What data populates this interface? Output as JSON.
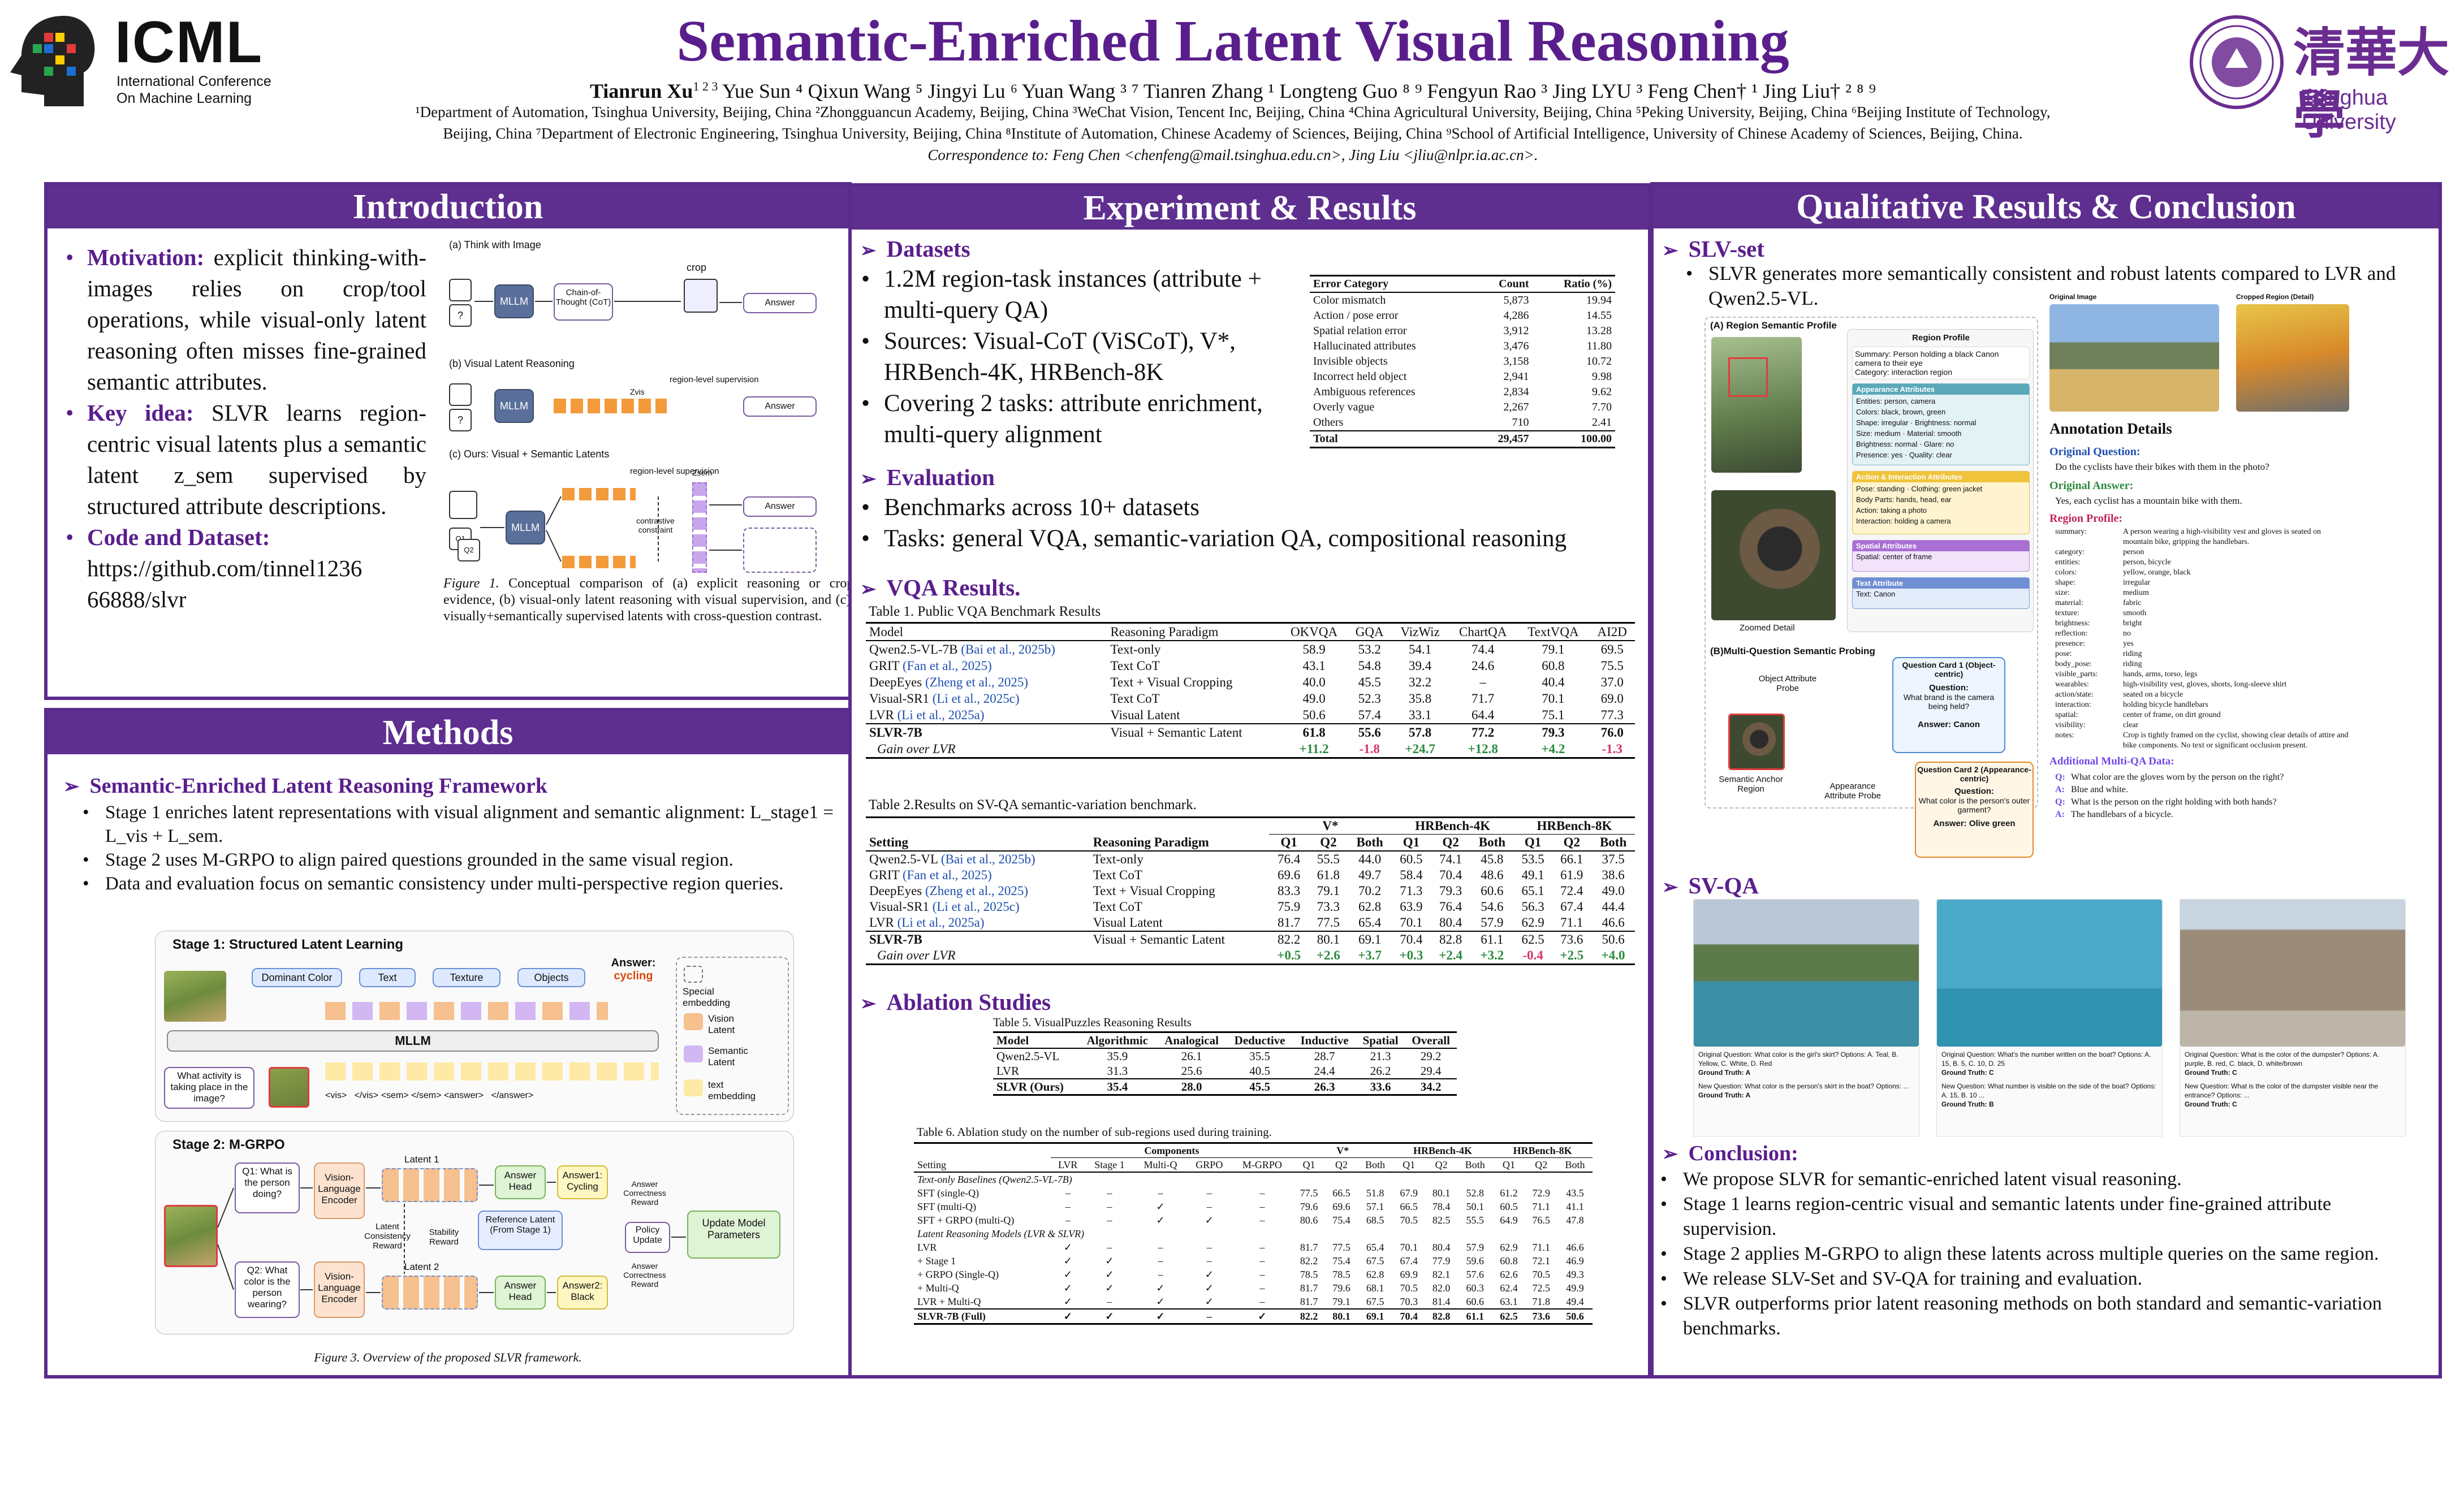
{
  "header": {
    "logo_text": "ICML",
    "logo_sub1": "International Conference",
    "logo_sub2": "On Machine Learning",
    "title": "Semantic-Enriched Latent Visual Reasoning",
    "authors_first": "Tianrun Xu",
    "authors_first_sup": "1 2 3",
    "authors_rest": "Yue Sun ⁴ Qixun Wang ⁵ Jingyi Lu ⁶ Yuan Wang ³ ⁷ Tianren Zhang ¹ Longteng Guo ⁸ ⁹ Fengyun Rao ³ Jing LYU ³ Feng Chen† ¹ Jing Liu† ² ⁸ ⁹",
    "affil_line1": "¹Department of Automation, Tsinghua University, Beijing, China ²Zhongguancun Academy, Beijing, China ³WeChat Vision, Tencent Inc, Beijing, China ⁴China Agricultural University, Beijing, China ⁵Peking University, Beijing, China ⁶Beijing Institute of Technology,",
    "affil_line2": "Beijing, China ⁷Department of Electronic Engineering, Tsinghua University, Beijing, China ⁸Institute of Automation, Chinese Academy of Sciences, Beijing, China ⁹School of Artificial Intelligence, University of Chinese Academy of Sciences, Beijing, China.",
    "correspondence": "Correspondence to: Feng Chen <chenfeng@mail.tsinghua.edu.cn>, Jing Liu <jliu@nlpr.ia.ac.cn>.",
    "univ_cn": "清華大學",
    "univ_en": "Tsinghua University"
  },
  "intro": {
    "heading": "Introduction",
    "motivation_label": "Motivation:",
    "motivation_text": "explicit thinking-with-images relies on crop/tool operations, while visual-only latent reasoning often misses fine-grained semantic attributes.",
    "keyidea_label": "Key idea:",
    "keyidea_text": "SLVR learns region-centric visual latents plus a semantic latent z_sem supervised by structured attribute descriptions.",
    "code_label": "Code and Dataset:",
    "code_url1": "https://github.com/tinnel1236",
    "code_url2": "66888/slvr",
    "fig_a": "(a) Think with Image",
    "fig_b": "(b) Visual Latent Reasoning",
    "fig_c": "(c) Ours: Visual + Semantic Latents",
    "fig_mllm": "MLLM",
    "fig_cot": "Chain-of-Thought (CoT)",
    "fig_crop": "crop",
    "fig_answer": "Answer",
    "fig_zvis": "Zvis",
    "fig_zsem": "Zsem",
    "fig_region_sup": "region-level supervision",
    "fig_contrastive": "contrastive constraint",
    "caption_label": "Figure 1.",
    "caption": "Conceptual comparison of (a) explicit reasoning or cropped evidence, (b) visual-only latent reasoning with visual supervision, and (c) our visually+semantically supervised latents with cross-question contrast."
  },
  "methods": {
    "heading": "Methods",
    "sub": "Semantic-Enriched Latent Reasoning Framework",
    "bullets": [
      "Stage 1 enriches latent representations with visual alignment and semantic alignment: L_stage1 = L_vis + L_sem.",
      "Stage 2 uses M-GRPO to align paired questions grounded in the same visual region.",
      "Data and evaluation focus on semantic consistency under multi-perspective region queries."
    ],
    "stage1_title": "Stage 1: Structured Latent Learning",
    "stage1_chips": [
      "Dominant Color",
      "Text",
      "Texture",
      "Objects"
    ],
    "stage1_answer_label": "Answer:",
    "stage1_answer": "cycling",
    "stage1_mllm": "MLLM",
    "stage1_question": "What activity is taking place in the image?",
    "stage1_tokens": "<vis>   </vis> <sem> </sem> <answer>   </answer>",
    "legend": [
      "Special embedding",
      "Vision Latent",
      "Semantic Latent",
      "text embedding"
    ],
    "stage2_title": "Stage 2: M-GRPO",
    "stage2_q1": "Q1: What is the person doing?",
    "stage2_q2": "Q2: What color is the person wearing?",
    "stage2_encoder": "Vision-Language Encoder",
    "stage2_latent1": "Latent 1",
    "stage2_latent2": "Latent 2",
    "stage2_head": "Answer Head",
    "stage2_ans1": "Answer1: Cycling",
    "stage2_ans2": "Answer2: Black",
    "stage2_ref": "Reference Latent (From Stage 1)",
    "stage2_consistency": "Latent Consistency Reward",
    "stage2_stability": "Stability Reward",
    "stage2_correct": "Answer Correctness Reward",
    "stage2_policy": "Policy Update",
    "stage2_update": "Update Model Parameters",
    "caption": "Figure 3. Overview of the proposed SLVR framework."
  },
  "experiments": {
    "heading": "Experiment & Results",
    "datasets_title": "Datasets",
    "datasets_bullets": [
      "1.2M region-task instances (attribute + multi-query QA)",
      "Sources: Visual-CoT (ViSCoT), V*, HRBench-4K, HRBench-8K",
      "Covering 2 tasks: attribute enrichment, multi-query alignment"
    ],
    "error_table": {
      "headers": [
        "Error Category",
        "Count",
        "Ratio (%)"
      ],
      "rows": [
        [
          "Color mismatch",
          "5,873",
          "19.94"
        ],
        [
          "Action / pose error",
          "4,286",
          "14.55"
        ],
        [
          "Spatial relation error",
          "3,912",
          "13.28"
        ],
        [
          "Hallucinated attributes",
          "3,476",
          "11.80"
        ],
        [
          "Invisible objects",
          "3,158",
          "10.72"
        ],
        [
          "Incorrect held object",
          "2,941",
          "9.98"
        ],
        [
          "Ambiguous references",
          "2,834",
          "9.62"
        ],
        [
          "Overly vague",
          "2,267",
          "7.70"
        ],
        [
          "Others",
          "710",
          "2.41"
        ]
      ],
      "total": [
        "Total",
        "29,457",
        "100.00"
      ]
    },
    "eval_title": "Evaluation",
    "eval_bullets": [
      "Benchmarks across 10+ datasets",
      "Tasks: general VQA, semantic-variation QA, compositional reasoning"
    ],
    "vqa_title": "VQA Results.",
    "table1": {
      "caption": "Table 1.  Public VQA Benchmark Results",
      "headers": [
        "Model",
        "Reasoning Paradigm",
        "OKVQA",
        "GQA",
        "VizWiz",
        "ChartQA",
        "TextVQA",
        "AI2D"
      ],
      "rows": [
        [
          "Qwen2.5-VL-7B",
          "(Bai et al., 2025b)",
          "Text-only",
          "58.9",
          "53.2",
          "54.1",
          "74.4",
          "79.1",
          "69.5"
        ],
        [
          "GRIT",
          "(Fan et al., 2025)",
          "Text CoT",
          "43.1",
          "54.8",
          "39.4",
          "24.6",
          "60.8",
          "75.5"
        ],
        [
          "DeepEyes",
          "(Zheng et al., 2025)",
          "Text + Visual Cropping",
          "40.0",
          "45.5",
          "32.2",
          "–",
          "40.4",
          "37.0"
        ],
        [
          "Visual-SR1",
          "(Li et al., 2025c)",
          "Text CoT",
          "49.0",
          "52.3",
          "35.8",
          "71.7",
          "70.1",
          "69.0"
        ],
        [
          "LVR",
          "(Li et al., 2025a)",
          "Visual Latent",
          "50.6",
          "57.4",
          "33.1",
          "64.4",
          "75.1",
          "77.3"
        ]
      ],
      "ours": [
        "SLVR-7B",
        "",
        "Visual + Semantic Latent",
        "61.8",
        "55.6",
        "57.8",
        "77.2",
        "79.3",
        "76.0"
      ],
      "gain": [
        "Gain over LVR",
        "",
        "",
        "+11.2",
        "-1.8",
        "+24.7",
        "+12.8",
        "+4.2",
        "-1.3"
      ]
    },
    "table2": {
      "caption": "Table 2.Results on SV-QA semantic-variation benchmark.",
      "groups": [
        "V*",
        "HRBench-4K",
        "HRBench-8K"
      ],
      "headers": [
        "Setting",
        "Reasoning Paradigm",
        "Q1",
        "Q2",
        "Both",
        "Q1",
        "Q2",
        "Both",
        "Q1",
        "Q2",
        "Both"
      ],
      "rows": [
        [
          "Qwen2.5-VL",
          "(Bai et al., 2025b)",
          "Text-only",
          "76.4",
          "55.5",
          "44.0",
          "60.5",
          "74.1",
          "45.8",
          "53.5",
          "66.1",
          "37.5"
        ],
        [
          "GRIT",
          "(Fan et al., 2025)",
          "Text CoT",
          "69.6",
          "61.8",
          "49.7",
          "58.4",
          "70.4",
          "48.6",
          "49.1",
          "61.9",
          "38.6"
        ],
        [
          "DeepEyes",
          "(Zheng et al., 2025)",
          "Text + Visual Cropping",
          "83.3",
          "79.1",
          "70.2",
          "71.3",
          "79.3",
          "60.6",
          "65.1",
          "72.4",
          "49.0"
        ],
        [
          "Visual-SR1",
          "(Li et al., 2025c)",
          "Text CoT",
          "75.9",
          "73.3",
          "62.8",
          "63.9",
          "76.4",
          "54.6",
          "56.3",
          "67.4",
          "44.4"
        ],
        [
          "LVR",
          "(Li et al., 2025a)",
          "Visual Latent",
          "81.7",
          "77.5",
          "65.4",
          "70.1",
          "80.4",
          "57.9",
          "62.9",
          "71.1",
          "46.6"
        ]
      ],
      "ours": [
        "SLVR-7B",
        "",
        "Visual + Semantic Latent",
        "82.2",
        "80.1",
        "69.1",
        "70.4",
        "82.8",
        "61.1",
        "62.5",
        "73.6",
        "50.6"
      ],
      "gain": [
        "Gain over LVR",
        "",
        "",
        "+0.5",
        "+2.6",
        "+3.7",
        "+0.3",
        "+2.4",
        "+3.2",
        "-0.4",
        "+2.5",
        "+4.0"
      ]
    },
    "ablation_title": "Ablation Studies",
    "table5": {
      "caption": "Table 5. VisualPuzzles Reasoning Results",
      "headers": [
        "Model",
        "Algorithmic",
        "Analogical",
        "Deductive",
        "Inductive",
        "Spatial",
        "Overall"
      ],
      "rows": [
        [
          "Qwen2.5-VL",
          "35.9",
          "26.1",
          "35.5",
          "28.7",
          "21.3",
          "29.2"
        ],
        [
          "LVR",
          "31.3",
          "25.6",
          "40.5",
          "24.4",
          "26.2",
          "29.4"
        ],
        [
          "SLVR (Ours)",
          "35.4",
          "28.0",
          "45.5",
          "26.3",
          "33.6",
          "34.2"
        ]
      ]
    },
    "table6": {
      "caption": "Table 6. Ablation study on the number of sub-regions used during training.",
      "comp_label": "Components",
      "groups": [
        "V*",
        "HRBench-4K",
        "HRBench-8K"
      ],
      "headers": [
        "Setting",
        "LVR",
        "Stage 1",
        "Multi-Q",
        "GRPO",
        "M-GRPO",
        "Q1",
        "Q2",
        "Both",
        "Q1",
        "Q2",
        "Both",
        "Q1",
        "Q2",
        "Both"
      ],
      "group1_title": "Text-only Baselines (Qwen2.5-VL-7B)",
      "group1": [
        [
          "SFT (single-Q)",
          "–",
          "–",
          "–",
          "–",
          "–",
          "77.5",
          "66.5",
          "51.8",
          "67.9",
          "80.1",
          "52.8",
          "61.2",
          "72.9",
          "43.5"
        ],
        [
          "SFT (multi-Q)",
          "–",
          "–",
          "✓",
          "–",
          "–",
          "79.6",
          "69.6",
          "57.1",
          "66.5",
          "78.4",
          "50.1",
          "60.5",
          "71.1",
          "41.1"
        ],
        [
          "SFT + GRPO (multi-Q)",
          "–",
          "–",
          "✓",
          "✓",
          "–",
          "80.6",
          "75.4",
          "68.5",
          "70.5",
          "82.5",
          "55.5",
          "64.9",
          "76.5",
          "47.8"
        ]
      ],
      "group2_title": "Latent Reasoning Models (LVR & SLVR)",
      "group2": [
        [
          "LVR",
          "✓",
          "–",
          "–",
          "–",
          "–",
          "81.7",
          "77.5",
          "65.4",
          "70.1",
          "80.4",
          "57.9",
          "62.9",
          "71.1",
          "46.6"
        ],
        [
          "+ Stage 1",
          "✓",
          "✓",
          "–",
          "–",
          "–",
          "82.2",
          "75.4",
          "67.5",
          "67.4",
          "77.9",
          "59.6",
          "60.8",
          "72.1",
          "46.9"
        ],
        [
          "+ GRPO (Single-Q)",
          "✓",
          "✓",
          "–",
          "✓",
          "–",
          "78.5",
          "78.5",
          "62.8",
          "69.9",
          "82.1",
          "57.6",
          "62.6",
          "70.5",
          "49.3"
        ],
        [
          "+ Multi-Q",
          "✓",
          "✓",
          "✓",
          "✓",
          "–",
          "81.7",
          "79.6",
          "68.1",
          "70.5",
          "82.0",
          "60.3",
          "62.4",
          "72.5",
          "49.9"
        ],
        [
          "LVR + Multi-Q",
          "✓",
          "–",
          "✓",
          "✓",
          "–",
          "81.7",
          "79.1",
          "67.5",
          "70.3",
          "81.4",
          "60.6",
          "63.1",
          "71.8",
          "49.4"
        ]
      ],
      "full": [
        "SLVR-7B (Full)",
        "✓",
        "✓",
        "✓",
        "–",
        "✓",
        "82.2",
        "80.1",
        "69.1",
        "70.4",
        "82.8",
        "61.1",
        "62.5",
        "73.6",
        "50.6"
      ]
    }
  },
  "qualitative": {
    "heading": "Qualitative Results & Conclusion",
    "slvset_title": "SLV-set",
    "slvset_bullet": "SLVR generates more semantically consistent and robust latents compared to LVR and Qwen2.5-VL.",
    "panel_a": "(A) Region Semantic Profile",
    "panel_b": "(B)Multi-Question Semantic Probing",
    "zoomed": "Zoomed Detail",
    "region_profile_title": "Region Profile",
    "region_profile_lines": [
      "Summary: Person holding a black Canon camera to their eye",
      "Category: interaction region"
    ],
    "appearance_title": "Appearance Attributes",
    "appearance_lines": [
      "Entities: person, camera",
      "Colors: black, brown, green",
      "Shape: irregular · Brightness: normal",
      "Size: medium · Material: smooth",
      "Brightness: normal · Glare: no",
      "Presence: yes · Quality: clear"
    ],
    "action_title": "Action & Interaction Attributes",
    "action_lines": [
      "Pose: standing · Clothing: green jacket",
      "Body Parts: hands, head, ear",
      "Action: taking a photo",
      "Interaction: holding a camera"
    ],
    "spatial_title": "Spatial Attributes",
    "spatial_lines": [
      "Spatial: center of frame"
    ],
    "text_title": "Text Attribute",
    "text_lines": [
      "Text: Canon"
    ],
    "probe_object": "Object Attribute Probe",
    "probe_appear": "Appearance Attribute Probe",
    "anchor": "Semantic Anchor Region",
    "card1_title": "Question Card 1 (Object-centric)",
    "card1_q_label": "Question:",
    "card1_q": "What brand is the camera being held?",
    "card1_a": "Answer: Canon",
    "card2_title": "Question Card 2 (Appearance-centric)",
    "card2_q_label": "Question:",
    "card2_q": "What color is the person's outer garment?",
    "card2_a": "Answer: Olive green",
    "orig_image": "Original Image",
    "cropped_region": "Cropped Region (Detail)",
    "annot_title": "Annotation Details",
    "orig_q_label": "Original Question:",
    "orig_q": "Do the cyclists have their bikes with them in the photo?",
    "orig_a_label": "Original Answer:",
    "orig_a": "Yes, each cyclist has a mountain bike with them.",
    "profile_label": "Region Profile:",
    "profile": [
      [
        "summary:",
        "A person wearing a high-visibility vest and gloves is seated on mountain bike, gripping the handlebars."
      ],
      [
        "category:",
        "person"
      ],
      [
        "entities:",
        "person, bicycle"
      ],
      [
        "colors:",
        "yellow, orange, black"
      ],
      [
        "shape:",
        "irregular"
      ],
      [
        "size:",
        "medium"
      ],
      [
        "material:",
        "fabric"
      ],
      [
        "texture:",
        "smooth"
      ],
      [
        "brightness:",
        "bright"
      ],
      [
        "reflection:",
        "no"
      ],
      [
        "presence:",
        "yes"
      ],
      [
        "pose:",
        "riding"
      ],
      [
        "body_pose:",
        "riding"
      ],
      [
        "visible_parts:",
        "hands, arms, torso, legs"
      ],
      [
        "wearables:",
        "high-visibility vest, gloves, shorts, long-sleeve shirt"
      ],
      [
        "action/state:",
        "seated on a bicycle"
      ],
      [
        "interaction:",
        "holding bicycle handlebars"
      ],
      [
        "spatial:",
        "center of frame, on dirt ground"
      ],
      [
        "visibility:",
        "clear"
      ],
      [
        "notes:",
        "Crop is tightly framed on the cyclist, showing clear details of attire and bike components. No text or significant occlusion present."
      ]
    ],
    "multi_label": "Additional Multi-QA Data:",
    "multi": [
      [
        "Q:",
        "What color are the gloves worn by the person on the right?"
      ],
      [
        "A:",
        "Blue and white."
      ],
      [
        "Q:",
        "What is the person on the right holding with both hands?"
      ],
      [
        "A:",
        "The handlebars of a bicycle."
      ]
    ],
    "svqa_title": "SV-QA",
    "svqa_cards": [
      {
        "q": "Original Question: What color is the girl's skirt? Options: A. Teal, B. Yellow, C. White, D. Red",
        "gt": "Ground Truth: A",
        "nq": "New Question: What color is the person's skirt in the boat? Options: ...",
        "ngt": "Ground Truth: A"
      },
      {
        "q": "Original Question: What's the number written on the boat? Options: A. 15, B. 5, C. 10, D. 25",
        "gt": "Ground Truth: C",
        "nq": "New Question: What number is visible on the side of the boat? Options: A. 15, B. 10 ...",
        "ngt": "Ground Truth: B"
      },
      {
        "q": "Original Question: What is the color of the dumpster? Options: A. purple, B. red, C. black, D. white/brown",
        "gt": "Ground Truth: C",
        "nq": "New Question: What is the color of the dumpster visible near the entrance? Options: ...",
        "ngt": "Ground Truth: C"
      }
    ],
    "conc_title": "Conclusion:",
    "conclusion": [
      "We propose SLVR for semantic-enriched latent visual reasoning.",
      "Stage 1 learns region-centric visual and semantic latents under fine-grained attribute supervision.",
      "Stage 2 applies M-GRPO to align these latents across multiple queries on the same region.",
      "We release SLV-Set and SV-QA for training and evaluation.",
      "SLVR outperforms prior latent reasoning methods on both standard and semantic-variation benchmarks."
    ]
  }
}
